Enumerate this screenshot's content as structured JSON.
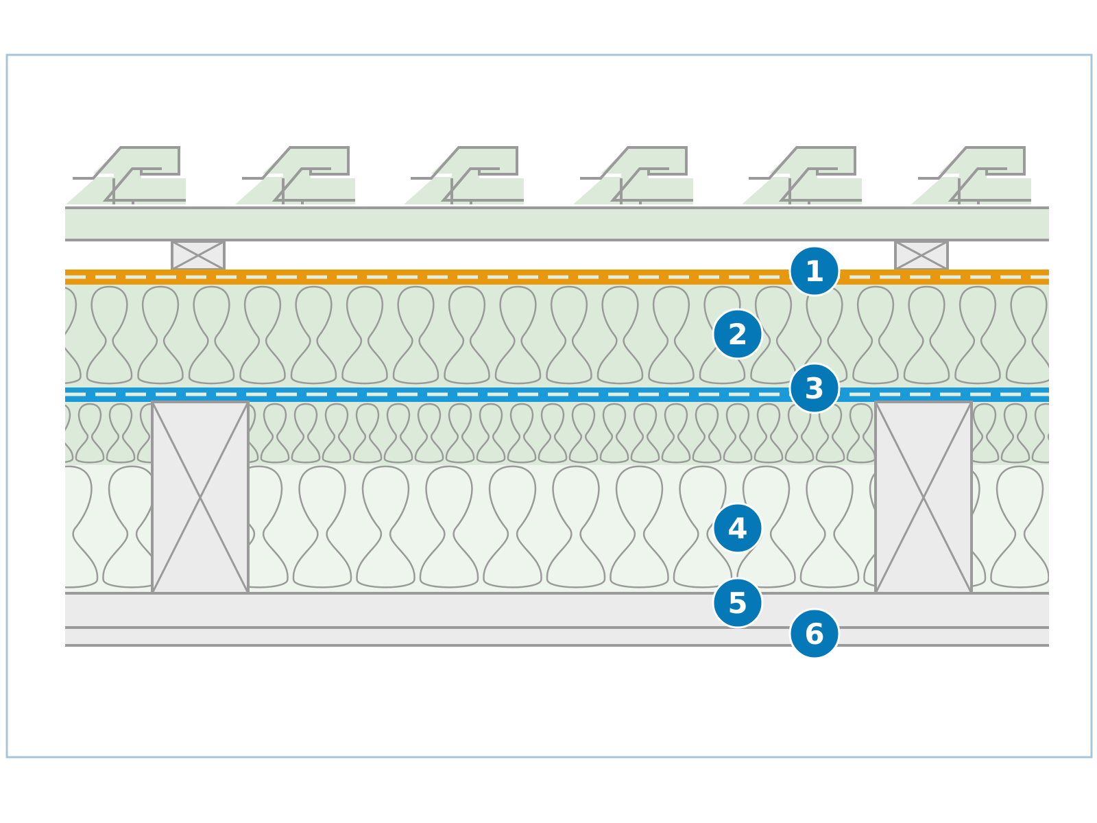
{
  "diagram": {
    "kind": "roof construction cross-section",
    "layers": [
      {
        "name": "roof-tiles"
      },
      {
        "name": "roof-battens"
      },
      {
        "name": "counter-battens"
      },
      {
        "name": "membrane-orange"
      },
      {
        "name": "insulation-upper"
      },
      {
        "name": "membrane-blue"
      },
      {
        "name": "insulation-middle"
      },
      {
        "name": "insulation-lower"
      },
      {
        "name": "rafters"
      },
      {
        "name": "board-5"
      },
      {
        "name": "board-6"
      }
    ],
    "markers": [
      {
        "id": "marker-1",
        "label": "1"
      },
      {
        "id": "marker-2",
        "label": "2"
      },
      {
        "id": "marker-3",
        "label": "3"
      },
      {
        "id": "marker-4",
        "label": "4"
      },
      {
        "id": "marker-5",
        "label": "5"
      },
      {
        "id": "marker-6",
        "label": "6"
      }
    ]
  },
  "colors": {
    "frame": "#a9c6d6",
    "outline": "#9a9a9a",
    "insulation_fill": "#dcebd9",
    "insulation_light": "#eef5ec",
    "timber_fill": "#ebebeb",
    "orange_membrane": "#e8980f",
    "blue_membrane": "#1a9ad9",
    "marker_fill": "#0578b8"
  }
}
